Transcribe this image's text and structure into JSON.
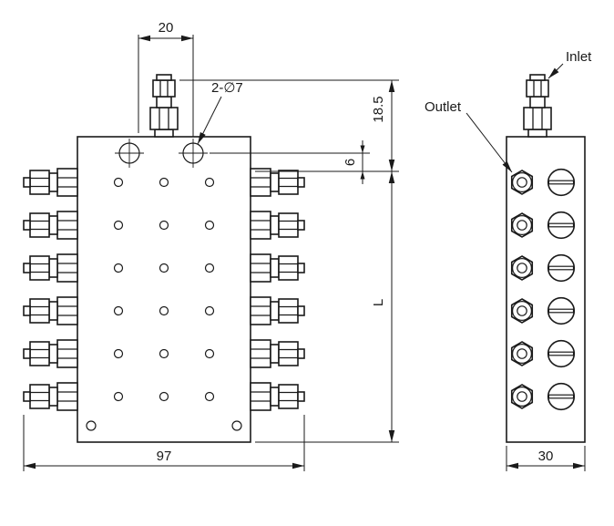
{
  "front_view": {
    "dim_inlet_offset": "20",
    "dim_mount_holes": "2-∅7",
    "dim_inlet_height": "18.5",
    "dim_hole_offset": "6",
    "dim_length": "L",
    "dim_width": "97"
  },
  "side_view": {
    "labels": {
      "inlet": "Inlet",
      "outlet": "Outlet"
    },
    "dim_depth": "30"
  },
  "colors": {
    "line": "#1a1a1a",
    "background": "#ffffff"
  }
}
